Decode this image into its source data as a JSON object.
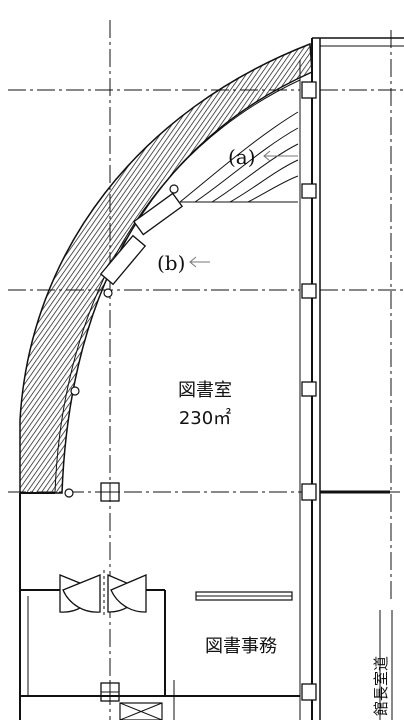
{
  "rooms": {
    "library_name": "図書室",
    "library_area": "230㎡",
    "office_name": "図書事務"
  },
  "callouts": {
    "a": "(a)",
    "b": "(b)"
  },
  "side_label": "館長室道"
}
